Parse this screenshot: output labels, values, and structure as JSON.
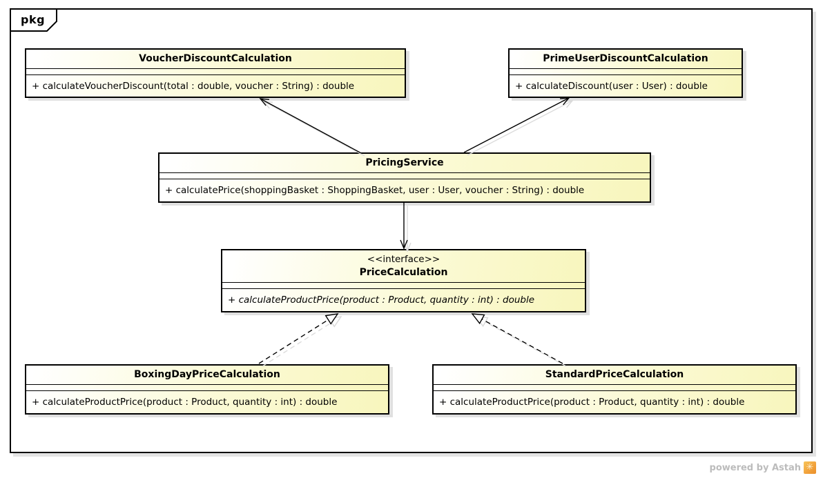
{
  "frame": {
    "label": "pkg"
  },
  "diagram": {
    "classes": [
      {
        "name": "VoucherDiscountCalculation",
        "stereotype": "",
        "methods": [
          "+ calculateVoucherDiscount(total : double, voucher : String) : double"
        ]
      },
      {
        "name": "PrimeUserDiscountCalculation",
        "stereotype": "",
        "methods": [
          "+ calculateDiscount(user : User) : double"
        ]
      },
      {
        "name": "PricingService",
        "stereotype": "",
        "methods": [
          "+ calculatePrice(shoppingBasket : ShoppingBasket, user : User, voucher : String) : double"
        ]
      },
      {
        "name": "PriceCalculation",
        "stereotype": "<<interface>>",
        "methods": [
          "+ calculateProductPrice(product : Product, quantity : int) : double"
        ]
      },
      {
        "name": "BoxingDayPriceCalculation",
        "stereotype": "",
        "methods": [
          "+ calculateProductPrice(product : Product, quantity : int) : double"
        ]
      },
      {
        "name": "StandardPriceCalculation",
        "stereotype": "",
        "methods": [
          "+ calculateProductPrice(product : Product, quantity : int) : double"
        ]
      }
    ],
    "relationships": [
      {
        "type": "association",
        "from": "PricingService",
        "to": "VoucherDiscountCalculation"
      },
      {
        "type": "association",
        "from": "PricingService",
        "to": "PrimeUserDiscountCalculation"
      },
      {
        "type": "association",
        "from": "PricingService",
        "to": "PriceCalculation"
      },
      {
        "type": "realization",
        "from": "BoxingDayPriceCalculation",
        "to": "PriceCalculation"
      },
      {
        "type": "realization",
        "from": "StandardPriceCalculation",
        "to": "PriceCalculation"
      }
    ]
  },
  "footer": {
    "powered_by": "powered by Astah",
    "logo_glyph": "✳"
  },
  "colors": {
    "class_fill_start": "#ffffff",
    "class_fill_end": "#f8f6bd",
    "border": "#000000",
    "shadow": "#e0e0e0",
    "footer_text": "#bcbcbc",
    "logo_orange": "#f2a33c"
  }
}
